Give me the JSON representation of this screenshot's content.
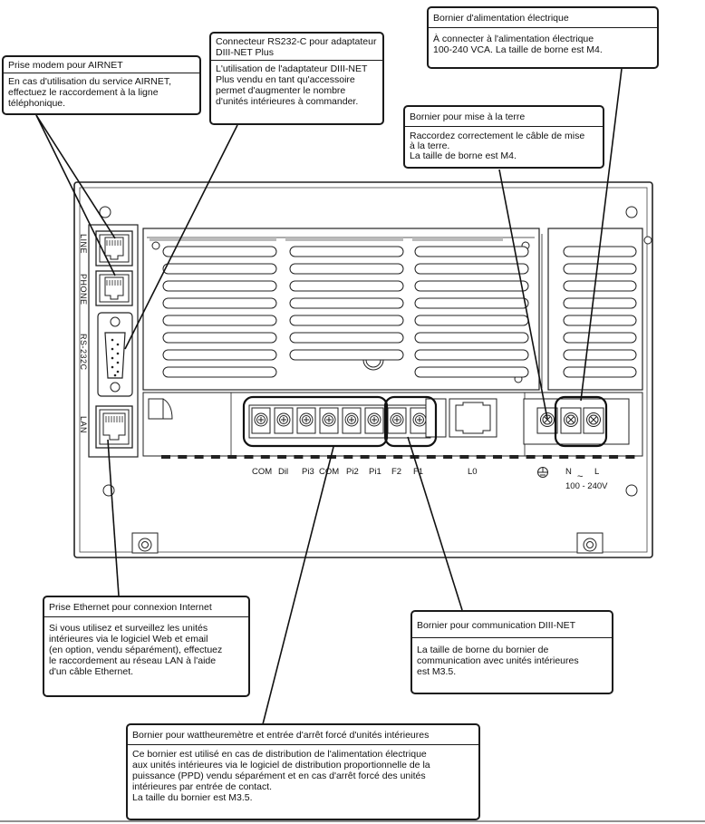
{
  "callouts": {
    "airnet": {
      "title": "Prise modem pour AIRNET",
      "lines": [
        "En cas d'utilisation du service AIRNET,",
        "effectuez le raccordement à la ligne",
        "téléphonique."
      ]
    },
    "rs232": {
      "title": [
        "Connecteur RS232-C pour adaptateur",
        "DIII-NET Plus"
      ],
      "lines": [
        "L'utilisation de l'adaptateur DIII-NET",
        "Plus vendu en tant qu'accessoire",
        "permet d'augmenter le nombre",
        "d'unités intérieures à commander."
      ]
    },
    "power": {
      "title": "Bornier d'alimentation électrique",
      "lines": [
        "À connecter à l'alimentation électrique",
        "100-240 VCA. La taille de borne est M4."
      ]
    },
    "ground": {
      "title": "Bornier pour mise à la terre",
      "lines": [
        "Raccordez correctement le câble de mise",
        "à la terre.",
        "La taille de borne est M4."
      ]
    },
    "ethernet": {
      "title": "Prise Ethernet pour connexion Internet",
      "lines": [
        "Si vous utilisez et surveillez les unités",
        "intérieures via le logiciel Web et email",
        "(en option, vendu séparément), effectuez",
        "le raccordement au réseau LAN à l'aide",
        "d'un câble Ethernet."
      ]
    },
    "diii": {
      "title": "Bornier pour communication DIII-NET",
      "lines": [
        "La taille de borne du bornier de",
        "communication avec unités intérieures",
        "est M3.5."
      ]
    },
    "watt": {
      "title": "Bornier pour wattheuremètre et entrée d'arrêt forcé d'unités intérieures",
      "lines": [
        "Ce bornier est utilisé en cas de distribution de l'alimentation électrique",
        "aux unités intérieures via le logiciel de distribution proportionnelle de la",
        "puissance (PPD) vendu séparément et en cas d'arrêt forcé des unités",
        "intérieures par entrée de contact.",
        "La taille du bornier est M3.5."
      ]
    }
  },
  "port_labels": {
    "line": "LINE",
    "phone": "PHONE",
    "rs232c": "RS-232C",
    "lan": "LAN"
  },
  "terminal_labels": {
    "com1": "COM",
    "dii": "Dil",
    "pi3": "Pi3",
    "com2": "COM",
    "pi2": "Pi2",
    "pi1": "Pi1",
    "f2": "F2",
    "f1": "F1",
    "l0": "L0",
    "n": "N",
    "l": "L",
    "ac": "~",
    "voltage": "100 - 240V"
  }
}
